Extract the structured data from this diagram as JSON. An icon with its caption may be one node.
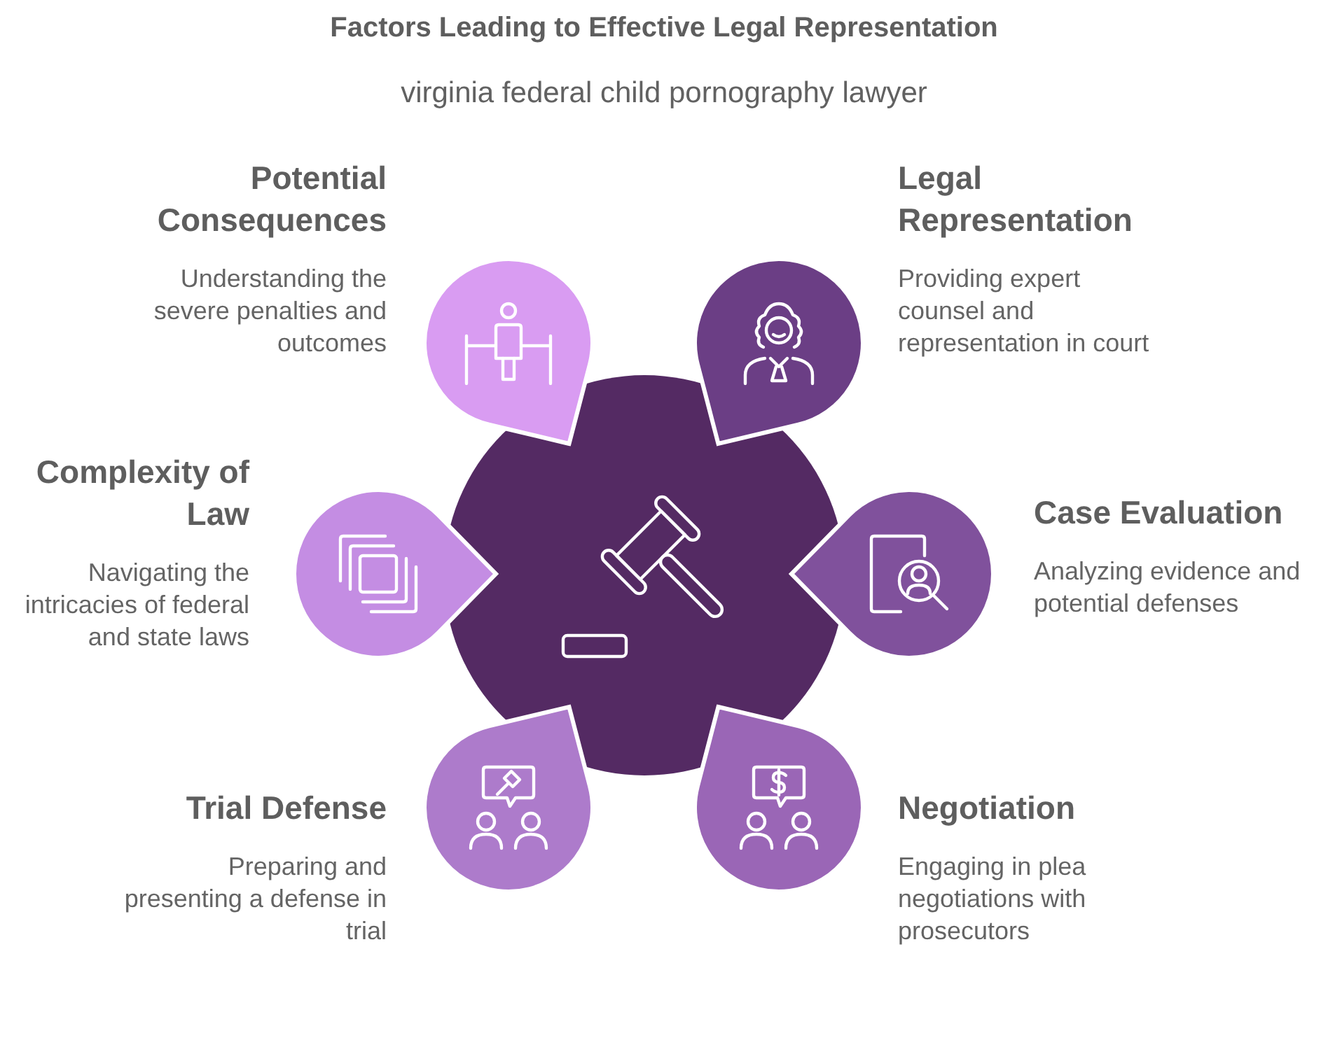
{
  "diagram": {
    "title": "Factors Leading to Effective Legal Representation",
    "nodes": [
      {
        "text": [
          "Potential Consequences",
          "Understanding the severe penalties and outcomes"
        ]
      },
      {
        "text": [
          "Legal Representation",
          "Providing expert counsel and representation in court"
        ]
      },
      {
        "text": [],
        "shape": "circle"
      },
      {
        "text": [
          "Complexity of Law",
          "Navigating the intricacies of federal and state laws"
        ]
      },
      {
        "text": [
          "Case Evaluation",
          "Analyzing evidence and potential defenses"
        ]
      },
      {
        "text": [
          "Trial Defense",
          "Preparing and presenting a defense in trial"
        ]
      },
      {
        "text": [
          "Negotiation",
          "Engaging in plea negotiations with prosecutors"
        ]
      }
    ],
    "labels": [
      "virginia federal child pornography lawyer"
    ]
  }
}
